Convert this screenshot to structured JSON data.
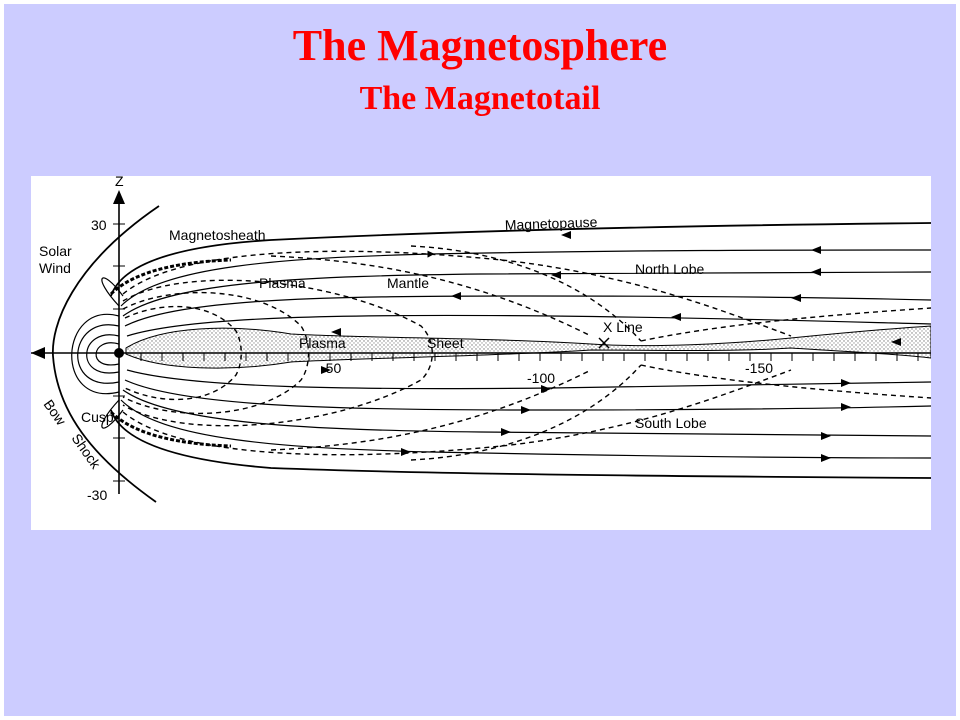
{
  "slide": {
    "title": "The Magnetosphere",
    "subtitle": "The Magnetotail",
    "background_color": "#ccccff",
    "title_color": "#ff0000"
  },
  "diagram": {
    "axis_z_label": "Z",
    "z_tick_top": "30",
    "z_tick_bottom": "-30",
    "x_ticks": [
      "-50",
      "-100",
      "-150"
    ],
    "labels": {
      "solar_wind_1": "Solar",
      "solar_wind_2": "Wind",
      "bow_shock_1": "Bow",
      "bow_shock_2": "Shock",
      "cusp": "Cusp",
      "magnetosheath": "Magnetosheath",
      "magnetopause": "Magnetopause",
      "north_lobe": "North Lobe",
      "south_lobe": "South Lobe",
      "plasma_mantle_1": "Plasma",
      "plasma_mantle_2": "Mantle",
      "plasma_sheet_1": "Plasma",
      "plasma_sheet_2": "Sheet",
      "x_line": "X Line"
    }
  }
}
